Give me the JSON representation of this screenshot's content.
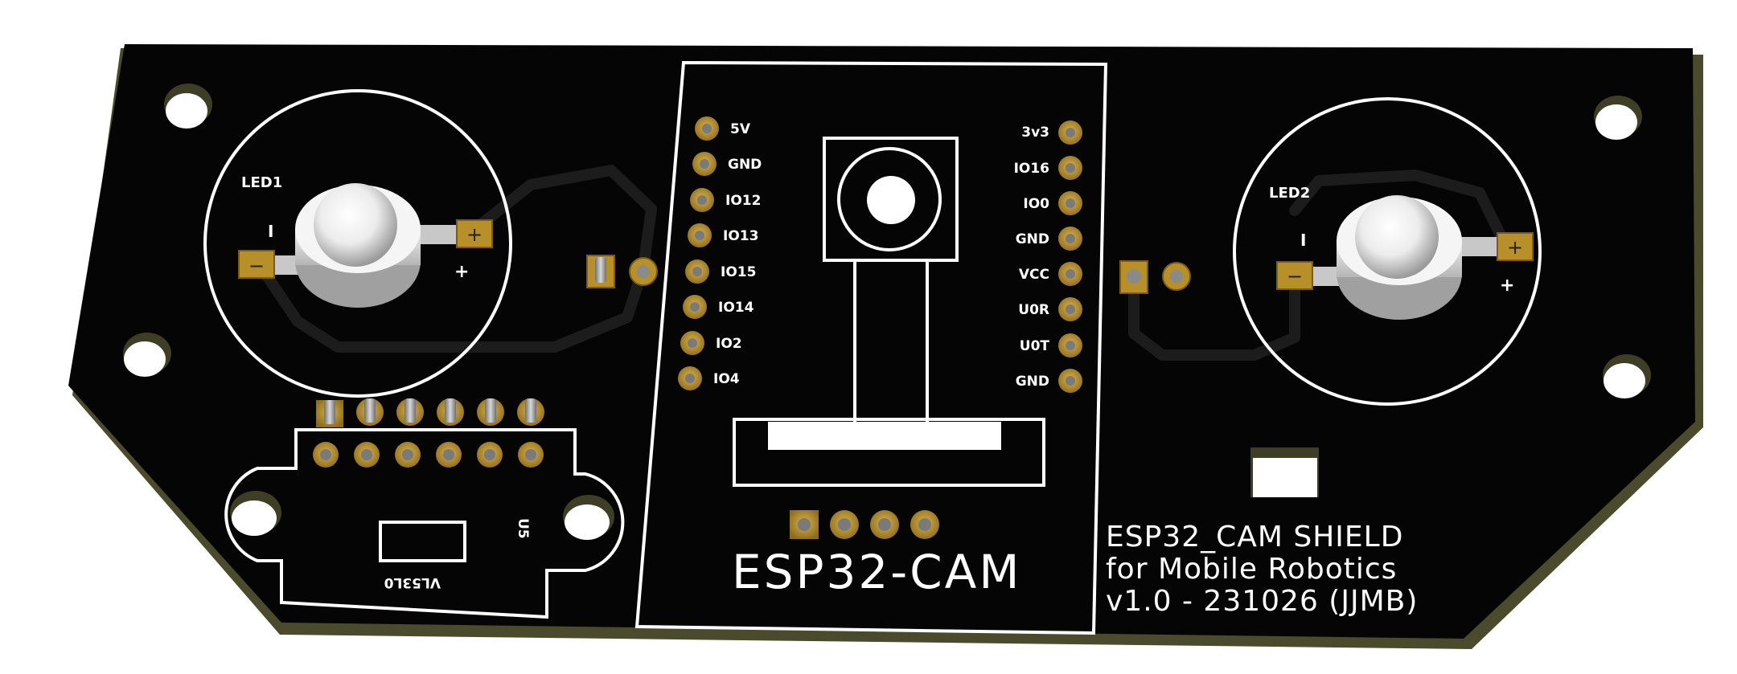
{
  "board": {
    "title_line1": "ESP32_CAM SHIELD",
    "title_line2": "for Mobile Robotics",
    "title_line3": "v1.0 - 231026 (JJMB)",
    "module_label": "ESP32-CAM",
    "sensor_label": "VL53L0",
    "sensor_ref": "U5",
    "led1_label": "LED1",
    "led2_label": "LED2",
    "minus": "I",
    "plus": "+",
    "pad_minus": "−",
    "pad_plus": "+"
  },
  "left_pins": [
    "5V",
    "GND",
    "IO12",
    "IO13",
    "IO15",
    "IO14",
    "IO2",
    "IO4"
  ],
  "right_pins": [
    "3v3",
    "IO16",
    "IO0",
    "GND",
    "VCC",
    "U0R",
    "U0T",
    "GND"
  ],
  "colors": {
    "board": "#050505",
    "edge": "#4a4a2c",
    "silk": "#ffffff",
    "copper": "#b8902a",
    "pin": "#8a8a8a",
    "trace": "#1c1c1c"
  }
}
